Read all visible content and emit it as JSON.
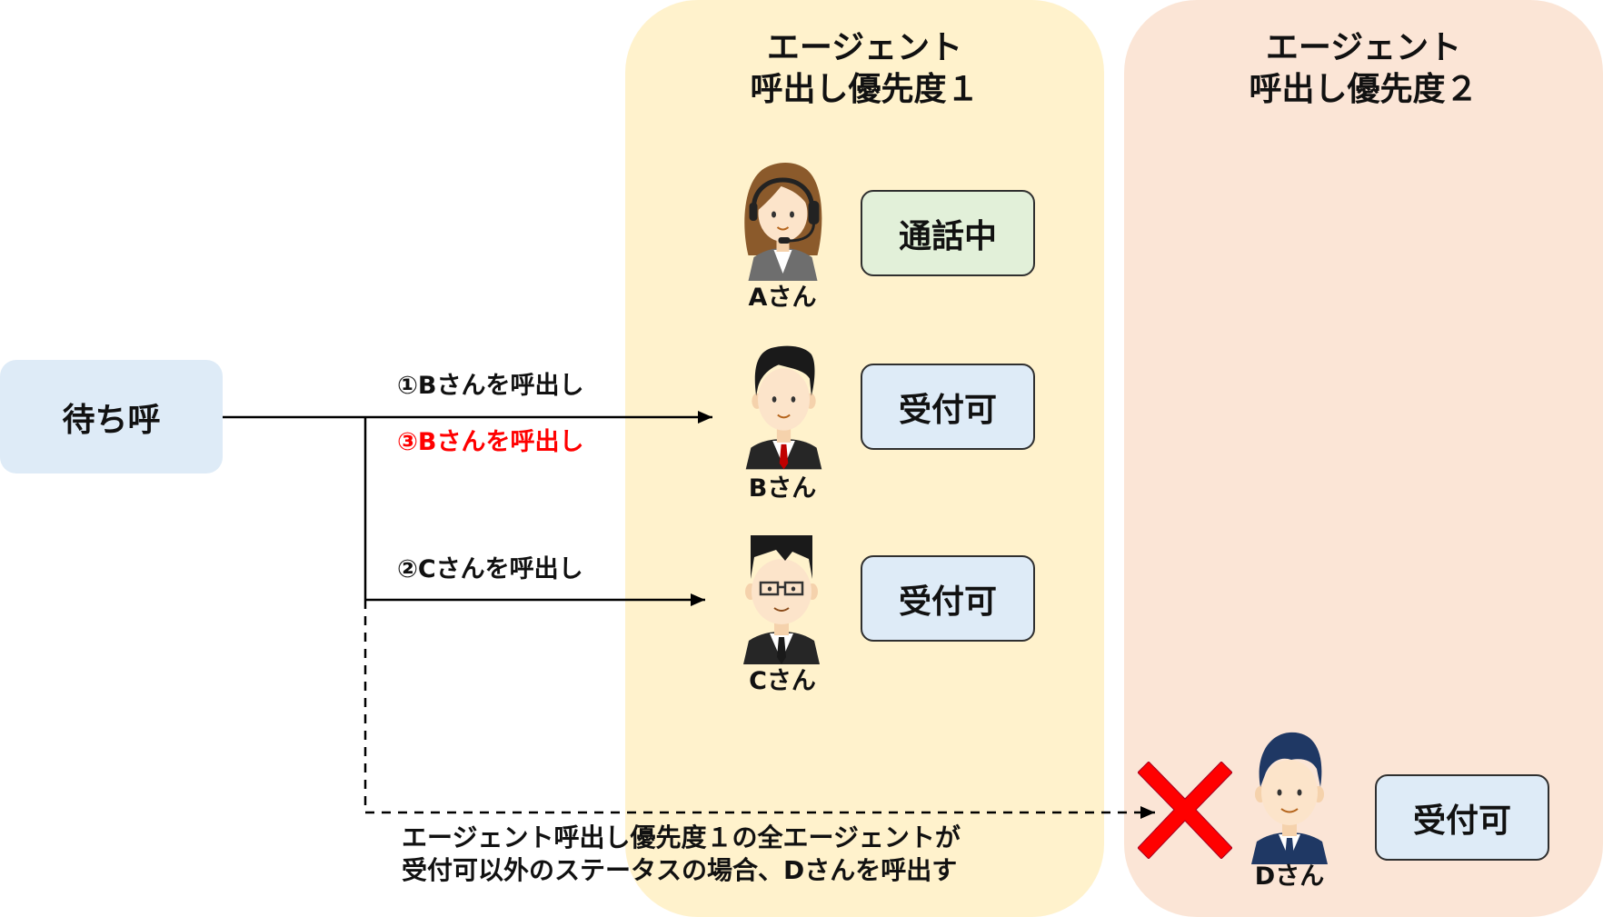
{
  "columns": [
    {
      "title_line1": "エージェント",
      "title_line2": "呼出し優先度１",
      "color": "#FFF2CC"
    },
    {
      "title_line1": "エージェント",
      "title_line2": "呼出し優先度２",
      "color": "#FBE5D6"
    }
  ],
  "queue": {
    "label": "待ち呼",
    "color": "#DEEBF7"
  },
  "calls": {
    "first": "①Bさんを呼出し",
    "third": "③Bさんを呼出し",
    "second": "②Cさんを呼出し",
    "third_color": "#FF0000"
  },
  "note": {
    "line1": "エージェント呼出し優先度１の全エージェントが",
    "line2": "受付可以外のステータスの場合、Dさんを呼出す"
  },
  "agents": [
    {
      "name": "Aさん",
      "status": "通話中",
      "status_color": "#E2F0D9",
      "icon": "female-headset-agent-icon"
    },
    {
      "name": "Bさん",
      "status": "受付可",
      "status_color": "#DEEBF7",
      "icon": "male-agent-icon"
    },
    {
      "name": "Cさん",
      "status": "受付可",
      "status_color": "#DEEBF7",
      "icon": "male-glasses-agent-icon"
    },
    {
      "name": "Dさん",
      "status": "受付可",
      "status_color": "#DEEBF7",
      "icon": "male-agent-icon"
    }
  ],
  "cross_mark": {
    "icon": "cross-mark-icon",
    "color": "#FF0000"
  }
}
